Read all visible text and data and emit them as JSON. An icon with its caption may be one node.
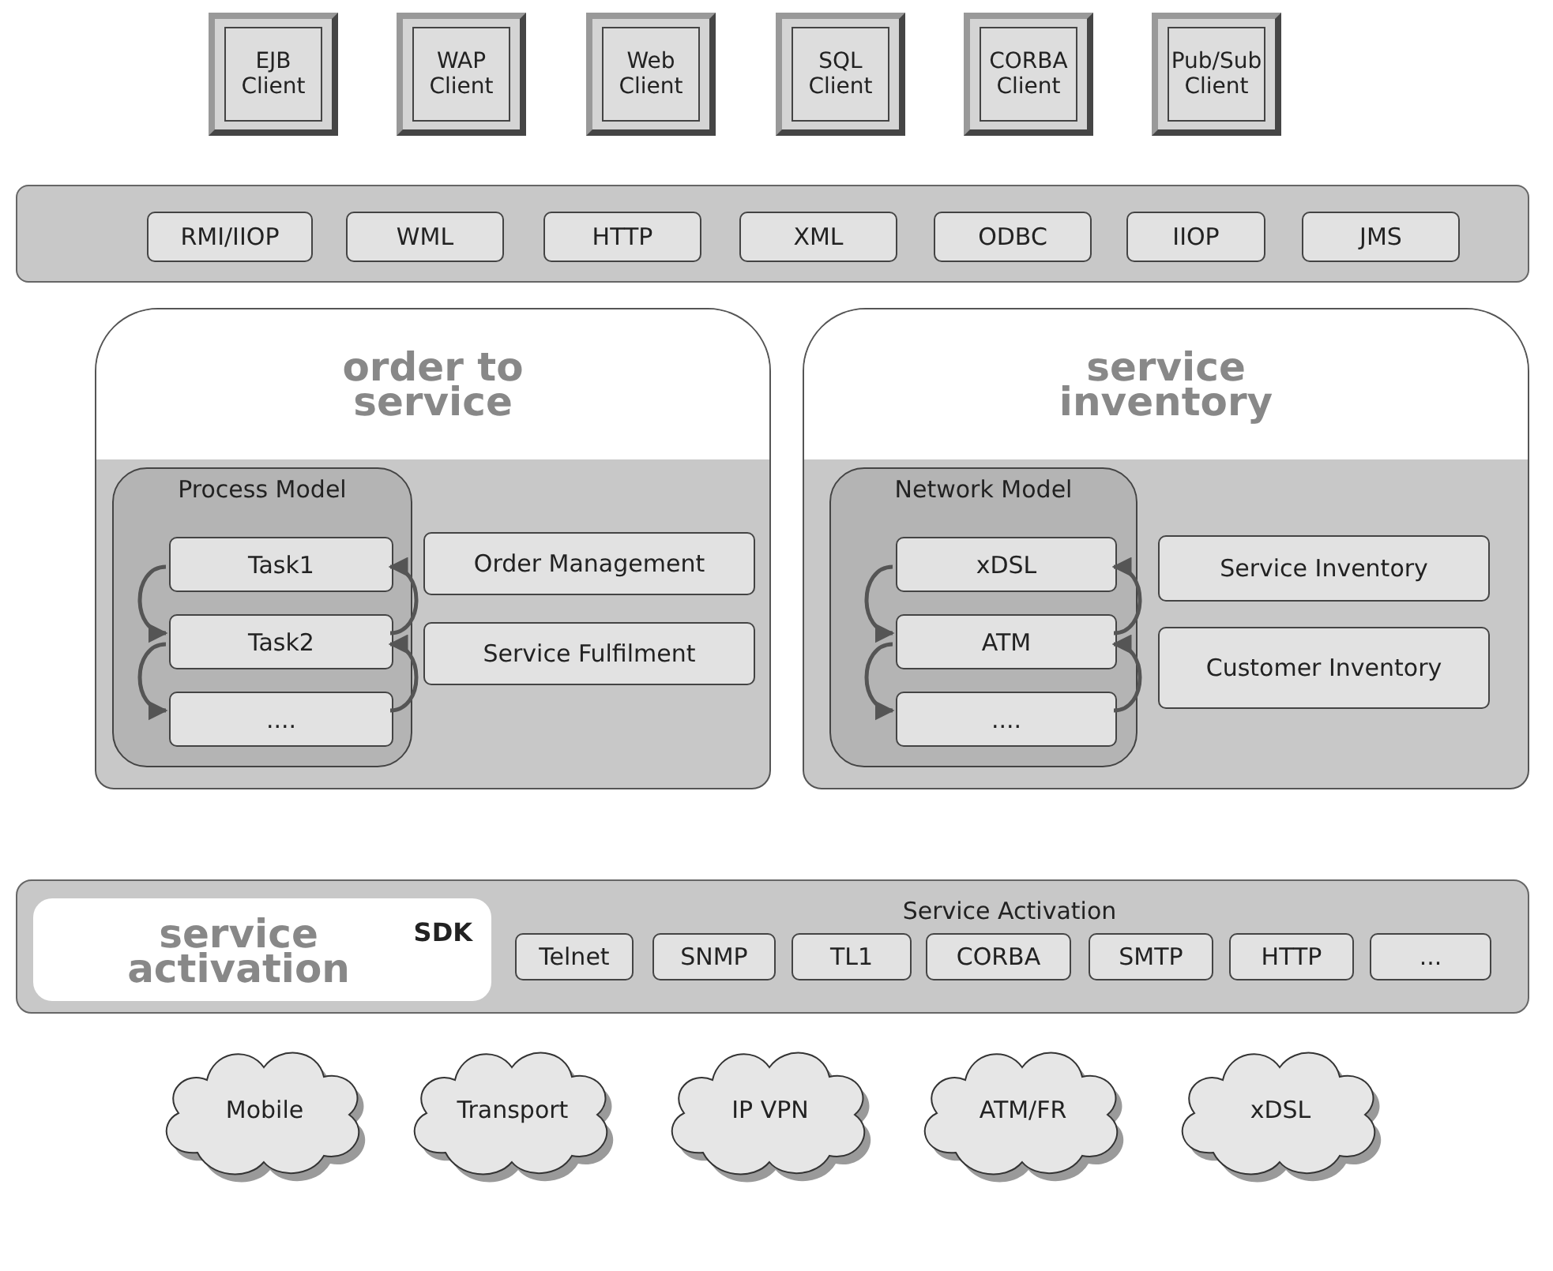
{
  "diagram": {
    "nodes": [
      {
        "text": [
          "EJB Client"
        ]
      },
      {
        "text": [
          "WAP Client"
        ]
      },
      {
        "text": [
          "Web Client"
        ]
      },
      {
        "text": [
          "SQL Client"
        ]
      },
      {
        "text": [
          "CORBA Client"
        ]
      },
      {
        "text": [
          "Pub/Sub Client"
        ]
      },
      {
        "text": [],
        "shape": "bar"
      },
      {
        "text": [
          "RMI/IIOP"
        ],
        "in": 6
      },
      {
        "text": [
          "WML"
        ],
        "in": 6
      },
      {
        "text": [
          "HTTP"
        ],
        "in": 6
      },
      {
        "text": [
          "XML"
        ],
        "in": 6
      },
      {
        "text": [
          "ODBC"
        ],
        "in": 6
      },
      {
        "text": [
          "IIOP"
        ],
        "in": 6
      },
      {
        "text": [
          "JMS"
        ],
        "in": 6
      },
      {
        "text": [
          "order to service"
        ]
      },
      {
        "text": [
          "Process Model"
        ],
        "in": 14
      },
      {
        "text": [
          "Task1"
        ],
        "in": 15
      },
      {
        "text": [
          "Task2"
        ],
        "in": 15
      },
      {
        "text": [
          "...."
        ],
        "in": 15
      },
      {
        "text": [
          "Order Management"
        ],
        "in": 14
      },
      {
        "text": [
          "Service Fulfilment"
        ],
        "in": 14
      },
      {
        "text": [
          "service inventory"
        ]
      },
      {
        "text": [
          "Network Model"
        ],
        "in": 21
      },
      {
        "text": [
          "xDSL"
        ],
        "in": 22
      },
      {
        "text": [
          "ATM"
        ],
        "in": 22
      },
      {
        "text": [
          "...."
        ],
        "in": 22
      },
      {
        "text": [
          "Service Inventory"
        ],
        "in": 21
      },
      {
        "text": [
          "Customer Inventory"
        ],
        "in": 21
      },
      {
        "text": [
          "Service Activation"
        ]
      },
      {
        "text": [
          "service activation",
          "SDK"
        ],
        "in": 28
      },
      {
        "text": [
          "Telnet"
        ],
        "in": 28
      },
      {
        "text": [
          "SNMP"
        ],
        "in": 28
      },
      {
        "text": [
          "TL1"
        ],
        "in": 28
      },
      {
        "text": [
          "CORBA"
        ],
        "in": 28
      },
      {
        "text": [
          "SMTP"
        ],
        "in": 28
      },
      {
        "text": [
          "HTTP"
        ],
        "in": 28
      },
      {
        "text": [
          "..."
        ],
        "in": 28
      },
      {
        "text": [
          "Mobile"
        ]
      },
      {
        "text": [
          "Transport"
        ]
      },
      {
        "text": [
          "IP VPN"
        ]
      },
      {
        "text": [
          "ATM/FR"
        ]
      },
      {
        "text": [
          "xDSL"
        ]
      }
    ],
    "edges": [
      {
        "from": 16,
        "to": 17,
        "arrow": "to"
      },
      {
        "from": 17,
        "to": 16,
        "arrow": "to"
      },
      {
        "from": 17,
        "to": 18,
        "arrow": "to"
      },
      {
        "from": 18,
        "to": 17,
        "arrow": "to"
      },
      {
        "from": 23,
        "to": 24,
        "arrow": "to"
      },
      {
        "from": 24,
        "to": 23,
        "arrow": "to"
      },
      {
        "from": 24,
        "to": 25,
        "arrow": "to"
      },
      {
        "from": 25,
        "to": 24,
        "arrow": "to"
      }
    ]
  }
}
